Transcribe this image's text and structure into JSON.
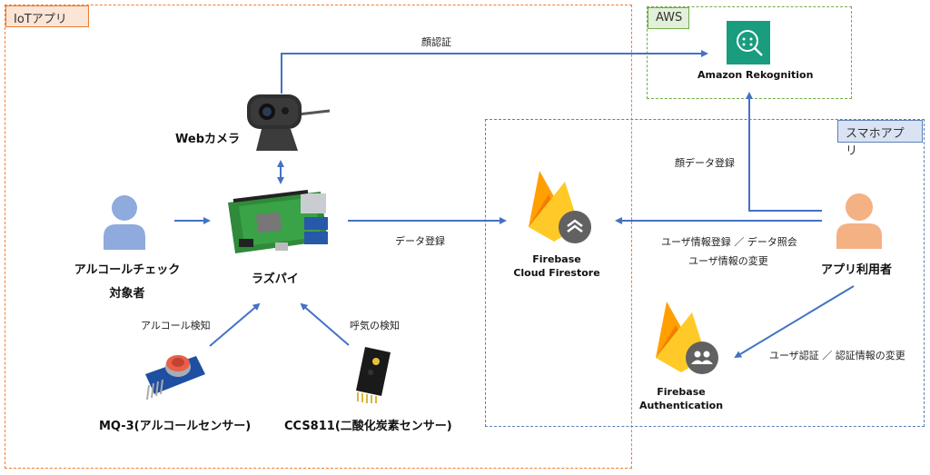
{
  "groups": {
    "iot": {
      "label": "IoTアプリ"
    },
    "aws": {
      "label": "AWS"
    },
    "smartphone": {
      "label": "スマホアプリ"
    }
  },
  "nodes": {
    "webcam": {
      "label": "Webカメラ",
      "icon": "webcam-icon"
    },
    "raspi": {
      "label": "ラズパイ",
      "icon": "raspberry-pi-icon"
    },
    "subject": {
      "label1": "アルコールチェック",
      "label2": "対象者",
      "icon": "person-icon"
    },
    "mq3": {
      "label": "MQ-3(アルコールセンサー)",
      "icon": "alcohol-sensor-icon"
    },
    "ccs811": {
      "label": "CCS811(二酸化炭素センサー)",
      "icon": "co2-sensor-icon"
    },
    "rekognition": {
      "label": "Amazon Rekognition",
      "icon": "rekognition-icon"
    },
    "firestore": {
      "label1": "Firebase",
      "label2": "Cloud Firestore",
      "icon": "firestore-icon"
    },
    "auth": {
      "label1": "Firebase",
      "label2": "Authentication",
      "icon": "firebase-auth-icon"
    },
    "app_user": {
      "label": "アプリ利用者",
      "icon": "person-icon"
    }
  },
  "edges": {
    "face_auth": "顔認証",
    "data_register": "データ登録",
    "face_data_register": "顔データ登録",
    "user_info": "ユーザ情報登録 ／ データ照会",
    "user_change": "ユーザ情報の変更",
    "user_auth": "ユーザ認証 ／ 認証情報の変更",
    "alcohol_detect": "アルコール検知",
    "breath_detect": "呼気の検知"
  },
  "colors": {
    "arrow": "#4472C4",
    "iot_border": "#ED7D31",
    "aws_border": "#70AD47",
    "smartphone_border": "#5B7FB5",
    "person_user": "#F4B183",
    "person_subject": "#8FAADC",
    "rekognition": "#1A9C7E",
    "firebase_yellow": "#FFCA28",
    "firebase_orange": "#F57C00"
  }
}
